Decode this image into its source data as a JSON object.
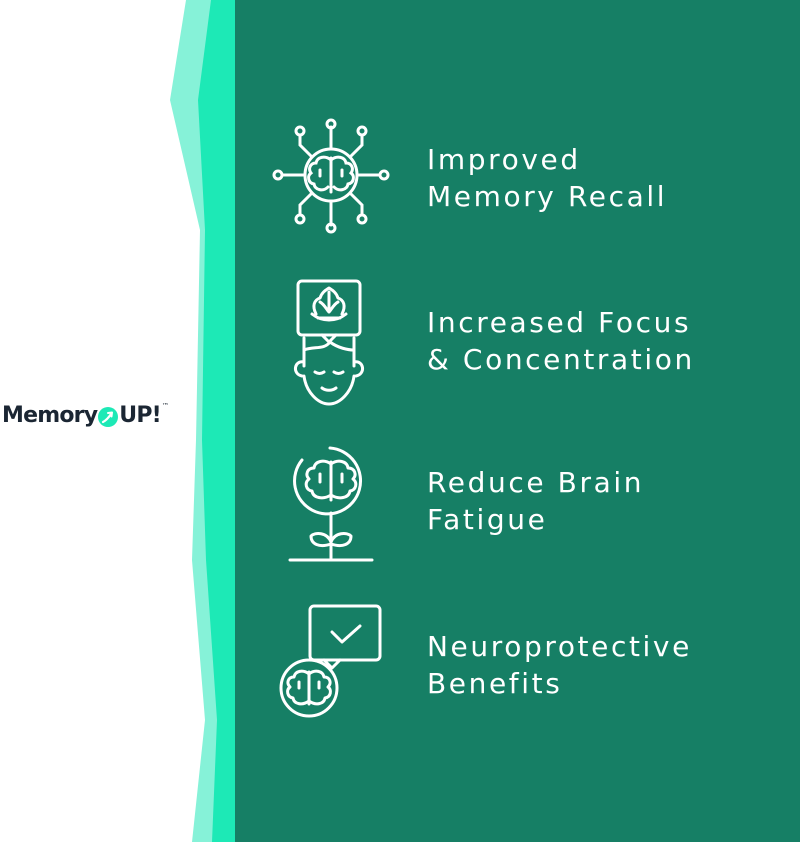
{
  "brand": {
    "name_left": "Memory",
    "name_right": "UP!",
    "trademark": "™",
    "text_color": "#1b2633",
    "badge_color": "#1de9b6"
  },
  "colors": {
    "background": "#ffffff",
    "band_light": "#86f2d8",
    "band_bright": "#1de9b6",
    "panel_dark": "#167f65",
    "icon_text": "#ffffff"
  },
  "benefits": [
    {
      "icon": "brain-network-icon",
      "line1": "Improved",
      "line2": "Memory Recall"
    },
    {
      "icon": "meditating-head-lotus-icon",
      "line1": "Increased Focus",
      "line2": "& Concentration"
    },
    {
      "icon": "brain-flower-icon",
      "line1": "Reduce Brain",
      "line2": "Fatigue"
    },
    {
      "icon": "brain-checkmark-icon",
      "line1": "Neuroprotective",
      "line2": "Benefits"
    }
  ]
}
